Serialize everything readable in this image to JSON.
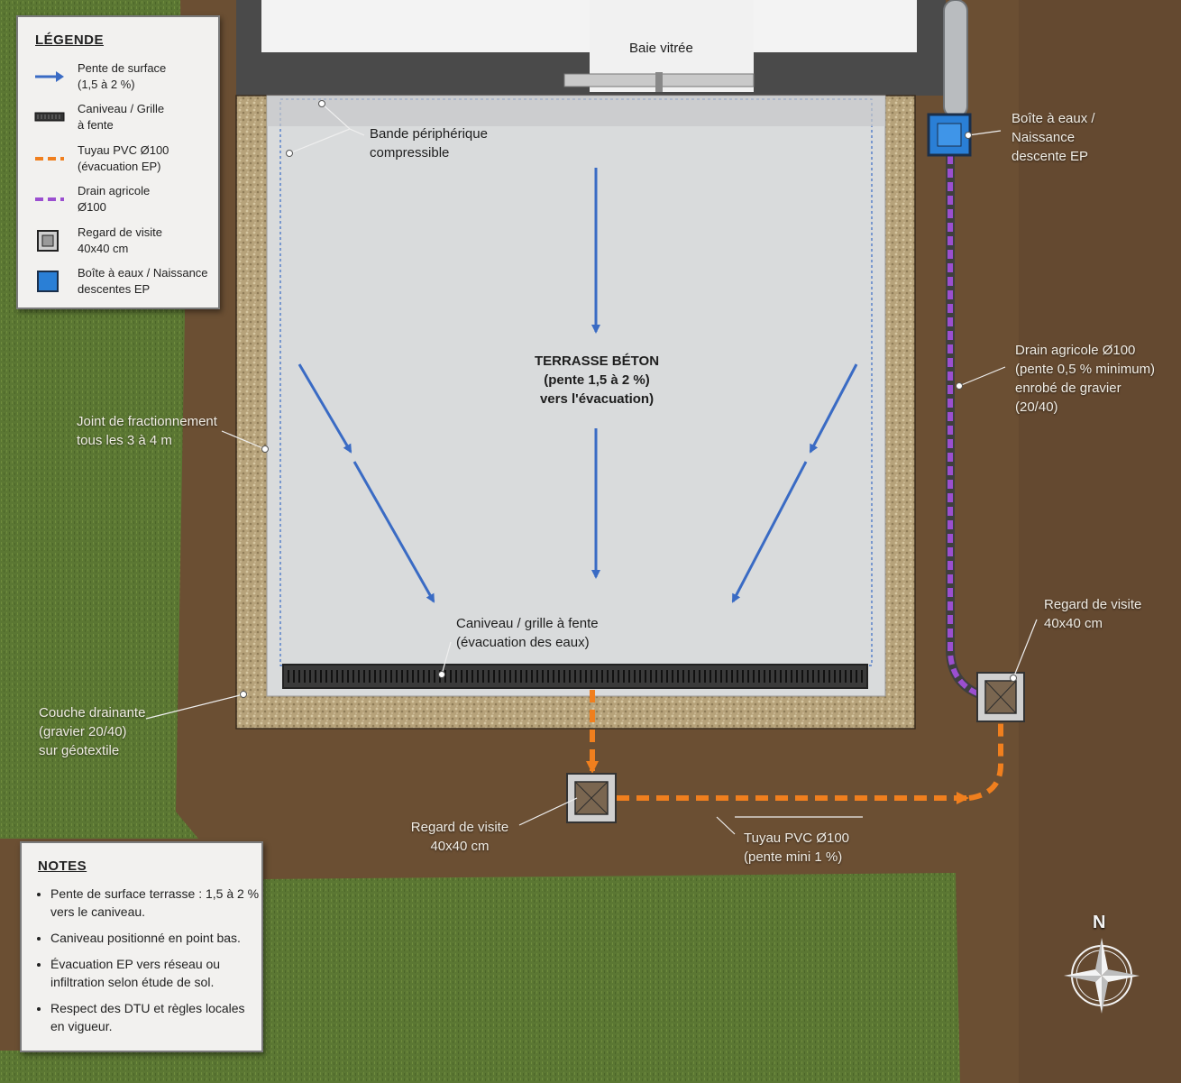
{
  "legend": {
    "title": "LÉGENDE",
    "items": [
      {
        "symbol": "blue-arrow",
        "label": "Pente de surface\n(1,5 à 2 %)"
      },
      {
        "symbol": "grate",
        "label": "Caniveau / Grille\nà fente"
      },
      {
        "symbol": "orange-dash",
        "label": "Tuyau PVC Ø100\n(évacuation EP)"
      },
      {
        "symbol": "purple-dash",
        "label": "Drain agricole\nØ100"
      },
      {
        "symbol": "grey-square",
        "label": "Regard de visite\n40x40 cm"
      },
      {
        "symbol": "blue-square",
        "label": "Boîte à eaux / Naissance\ndescentes EP"
      }
    ]
  },
  "labels": {
    "baie": "Baie vitrée",
    "bande": "Bande périphérique\ncompressible",
    "terrasse_title": "TERRASSE BÉTON",
    "terrasse_sub": "(pente 1,5 à 2 %)\nvers l'évacuation)",
    "joint": "Joint de fractionnement\ntous les 3 à 4 m",
    "caniveau": "Caniveau / grille à fente\n(évacuation des eaux)",
    "couche": "Couche drainante\n(gravier 20/40)\nsur géotextile",
    "regard_bas": "Regard de visite\n40x40 cm",
    "tuyau": "Tuyau PVC Ø100\n(pente mini 1 %)",
    "boite": "Boîte à eaux /\nNaissance\ndescente EP",
    "drain": "Drain agricole Ø100\n(pente 0,5 % minimum)\nenrobé de gravier\n(20/40)",
    "regard_droite": "Regard de visite\n40x40 cm",
    "north": "N"
  },
  "notes": {
    "title": "NOTES",
    "items": [
      "Pente de surface terrasse : 1,5 à 2 % vers le caniveau.",
      "Caniveau positionné en point bas.",
      "Évacuation EP vers réseau ou infiltration selon étude de sol.",
      "Respect des DTU et règles locales en vigueur."
    ]
  },
  "colors": {
    "slope_arrow": "#3a6bc4",
    "pvc_pipe": "#f07f1e",
    "drain": "#9b4fd0",
    "box_blue": "#2a7fd6",
    "grass": "#5e7a34",
    "soil": "#6b4f33",
    "concrete": "#d9dbdc",
    "gravel": "#b7a47d"
  }
}
